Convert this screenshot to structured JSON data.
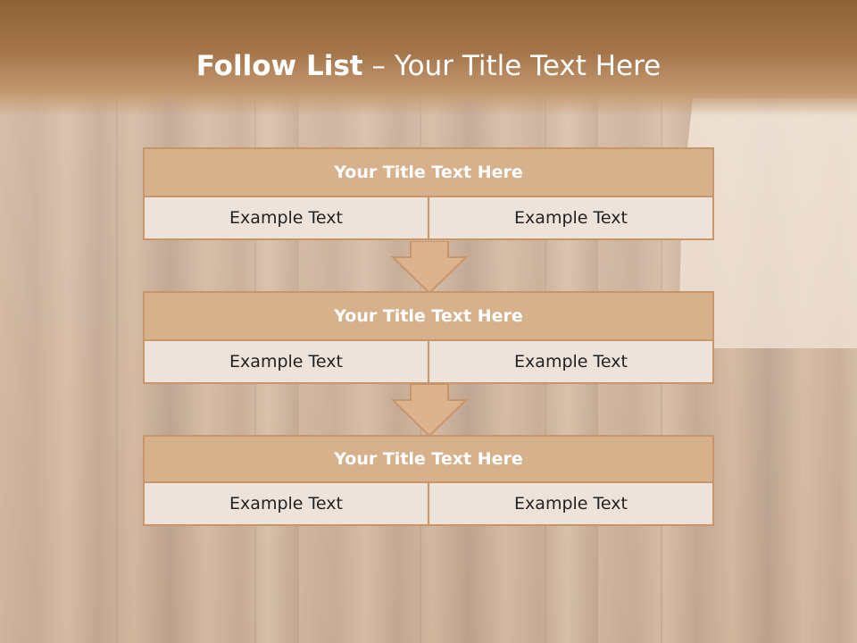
{
  "slide": {
    "title_bold": "Follow List",
    "title_rest": " – Your Title Text Here"
  },
  "blocks": [
    {
      "title": "Your Title Text Here",
      "left": "Example Text",
      "right": "Example Text"
    },
    {
      "title": "Your Title Text Here",
      "left": "Example Text",
      "right": "Example Text"
    },
    {
      "title": "Your Title Text Here",
      "left": "Example Text",
      "right": "Example Text"
    }
  ],
  "colors": {
    "header_brown": "#a5754a",
    "block_header_fill": "#d7b08c",
    "block_border": "#c8956a",
    "cell_fill": "#eee3da",
    "arrow_fill": "#dcb38f"
  }
}
